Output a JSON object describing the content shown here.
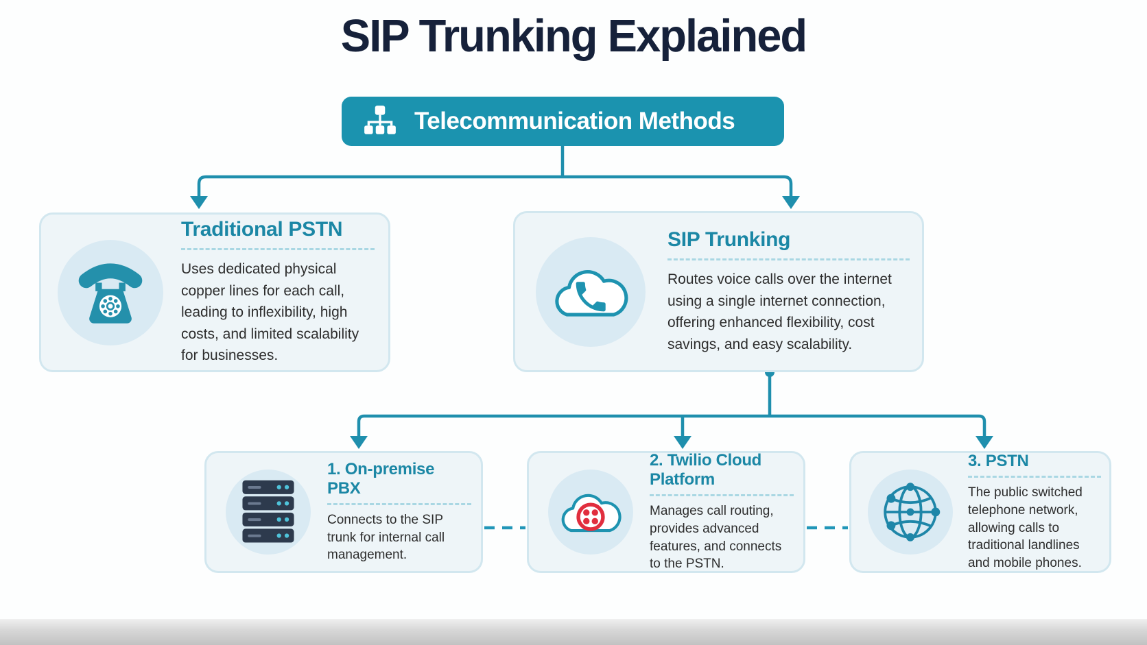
{
  "title": "SIP Trunking Explained",
  "banner": {
    "label": "Telecommunication Methods",
    "icon": "sitemap-icon"
  },
  "nodes": [
    {
      "id": "traditional-pstn",
      "heading": "Traditional PSTN",
      "body": "Uses dedicated physical copper lines for each call, leading to inflexibility, high costs, and limited scalability for businesses.",
      "icon": "rotary-phone-icon"
    },
    {
      "id": "sip-trunking",
      "heading": "SIP Trunking",
      "body": "Routes voice calls over the internet using a single internet connection, offering enhanced flexibility, cost savings, and easy scalability.",
      "icon": "cloud-phone-icon"
    },
    {
      "id": "on-premise-pbx",
      "heading": "1. On-premise PBX",
      "body": "Connects to the SIP trunk for internal call management.",
      "icon": "server-rack-icon"
    },
    {
      "id": "twilio-cloud-platform",
      "heading": "2. Twilio Cloud Platform",
      "body": "Manages call routing, provides advanced features, and connects to the PSTN.",
      "icon": "twilio-cloud-icon"
    },
    {
      "id": "pstn",
      "heading": "3. PSTN",
      "body": "The public switched telephone network, allowing calls to traditional landlines and mobile phones.",
      "icon": "globe-network-icon"
    }
  ],
  "edges": [
    {
      "from": "telecommunication-methods",
      "to": "traditional-pstn",
      "style": "arrow"
    },
    {
      "from": "telecommunication-methods",
      "to": "sip-trunking",
      "style": "arrow"
    },
    {
      "from": "sip-trunking",
      "to": "on-premise-pbx",
      "style": "arrow"
    },
    {
      "from": "sip-trunking",
      "to": "twilio-cloud-platform",
      "style": "arrow"
    },
    {
      "from": "sip-trunking",
      "to": "pstn",
      "style": "arrow"
    },
    {
      "from": "on-premise-pbx",
      "to": "twilio-cloud-platform",
      "style": "dashed"
    },
    {
      "from": "twilio-cloud-platform",
      "to": "pstn",
      "style": "dashed"
    }
  ],
  "colors": {
    "banner_teal": "#1b93af",
    "heading_teal": "#1b87a5",
    "connector_teal": "#1f8fad",
    "title_navy": "#16213a",
    "card_bg": "#eef5f8",
    "card_border": "#d2e7ef",
    "icon_circle_bg": "#d9eaf3",
    "twilio_red": "#e12e3e",
    "server_navy": "#2d3a4d",
    "body_text": "#2d2d2d"
  }
}
